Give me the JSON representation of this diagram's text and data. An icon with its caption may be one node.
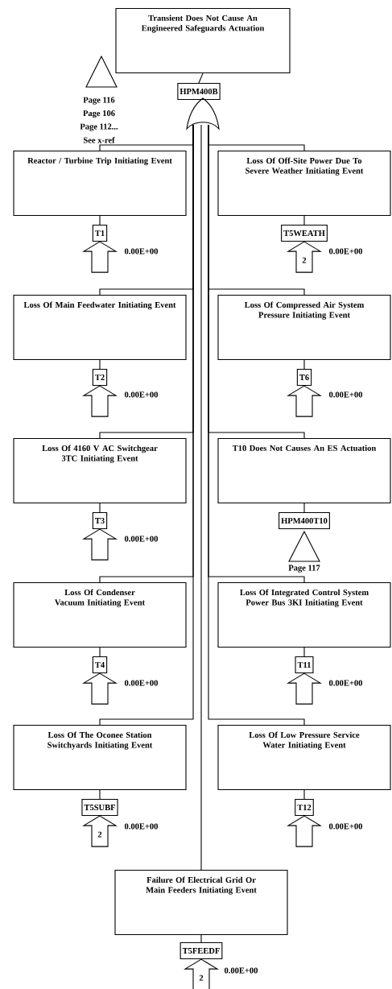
{
  "diagram": {
    "nodes": [
      {
        "text": [
          "Transient Does Not Cause An Engineered Safeguards Actuation"
        ]
      },
      {
        "text": [
          "HPM400B"
        ]
      },
      {
        "text": [],
        "shape": "gate"
      },
      {
        "text": [],
        "shape": "triangle",
        "beside": [
          "Page 116",
          "Page 106",
          "Page 112...",
          "See x-ref"
        ]
      },
      {
        "text": [
          "Reactor / Turbine Trip Initiating Event"
        ]
      },
      {
        "text": [
          "T1"
        ]
      },
      {
        "text": [
          "Loss Of Off-Site Power Due To Severe Weather Initiating Event"
        ]
      },
      {
        "text": [
          "T5WEATH"
        ]
      },
      {
        "text": [
          "Loss Of Main Feedwater Initiating Event"
        ]
      },
      {
        "text": [
          "T2"
        ]
      },
      {
        "text": [
          "Loss Of Compressed Air System Pressure Initiating Event"
        ]
      },
      {
        "text": [
          "T6"
        ]
      },
      {
        "text": [
          "Loss Of 4160 V AC Switchgear 3TC Initiating Event"
        ]
      },
      {
        "text": [
          "T3"
        ]
      },
      {
        "text": [
          "T10 Does Not Causes An ES Actuation"
        ]
      },
      {
        "text": [
          "HPM400T10"
        ]
      },
      {
        "text": [],
        "shape": "triangle",
        "beside": [
          "Page 117"
        ]
      },
      {
        "text": [
          "Loss Of Condenser Vacuum Initiating Event"
        ]
      },
      {
        "text": [
          "T4"
        ]
      },
      {
        "text": [
          "Loss Of Integrated Control System Power Bus 3KI Initiating Event"
        ]
      },
      {
        "text": [
          "T11"
        ]
      },
      {
        "text": [
          "Loss Of The Oconee Station Switchyards Initiating Event"
        ]
      },
      {
        "text": [
          "T5SUBF"
        ]
      },
      {
        "text": [
          "Loss Of Low Pressure Service Water Initiating Event"
        ]
      },
      {
        "text": [
          "T12"
        ]
      },
      {
        "text": [
          "Failure Of Electrical Grid Or Main Feeders Initiating Event"
        ]
      },
      {
        "text": [
          "T5FEEDF"
        ]
      }
    ],
    "edges": [
      {
        "from": 0,
        "to": 1,
        "arrow": "none"
      },
      {
        "from": 2,
        "to": 4,
        "arrow": "none"
      },
      {
        "from": 2,
        "to": 6,
        "arrow": "none"
      },
      {
        "from": 2,
        "to": 8,
        "arrow": "none"
      },
      {
        "from": 2,
        "to": 10,
        "arrow": "none"
      },
      {
        "from": 2,
        "to": 12,
        "arrow": "none"
      },
      {
        "from": 2,
        "to": 14,
        "arrow": "none"
      },
      {
        "from": 2,
        "to": 17,
        "arrow": "none"
      },
      {
        "from": 2,
        "to": 19,
        "arrow": "none"
      },
      {
        "from": 2,
        "to": 21,
        "arrow": "none"
      },
      {
        "from": 2,
        "to": 23,
        "arrow": "none"
      },
      {
        "from": 2,
        "to": 25,
        "arrow": "none"
      },
      {
        "from": 4,
        "to": 5,
        "arrow": "none"
      },
      {
        "from": 6,
        "to": 7,
        "arrow": "none"
      },
      {
        "from": 8,
        "to": 9,
        "arrow": "none"
      },
      {
        "from": 10,
        "to": 11,
        "arrow": "none"
      },
      {
        "from": 12,
        "to": 13,
        "arrow": "none"
      },
      {
        "from": 14,
        "to": 15,
        "arrow": "none"
      },
      {
        "from": 17,
        "to": 18,
        "arrow": "none"
      },
      {
        "from": 19,
        "to": 20,
        "arrow": "none"
      },
      {
        "from": 21,
        "to": 22,
        "arrow": "none"
      },
      {
        "from": 23,
        "to": 24,
        "arrow": "none"
      },
      {
        "from": 25,
        "to": 26,
        "arrow": "none"
      },
      {
        "from": null,
        "to": 5,
        "arrow": "to"
      },
      {
        "from": null,
        "to": 7,
        "arrow": "to",
        "label": "2"
      },
      {
        "from": null,
        "to": 9,
        "arrow": "to"
      },
      {
        "from": null,
        "to": 11,
        "arrow": "to"
      },
      {
        "from": null,
        "to": 13,
        "arrow": "to"
      },
      {
        "from": null,
        "to": 18,
        "arrow": "to"
      },
      {
        "from": null,
        "to": 20,
        "arrow": "to"
      },
      {
        "from": null,
        "to": 22,
        "arrow": "to",
        "label": "2"
      },
      {
        "from": null,
        "to": 24,
        "arrow": "to"
      },
      {
        "from": null,
        "to": 26,
        "arrow": "to",
        "label": "2"
      }
    ],
    "labels": [
      "0.00E+00",
      "0.00E+00",
      "0.00E+00",
      "0.00E+00",
      "0.00E+00",
      "0.00E+00",
      "0.00E+00",
      "0.00E+00",
      "0.00E+00",
      "0.00E+00"
    ]
  }
}
